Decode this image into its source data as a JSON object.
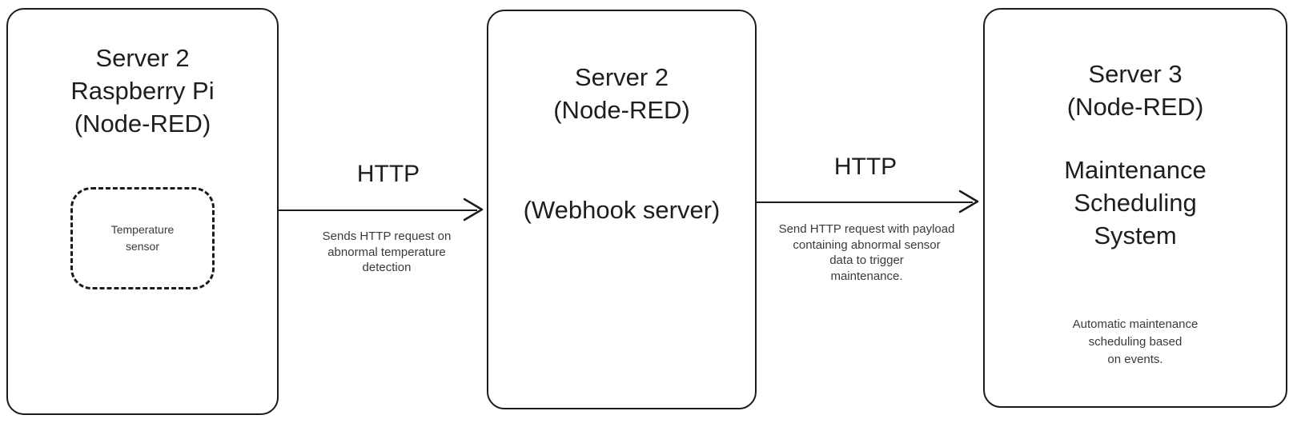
{
  "diagram": {
    "type": "flow-diagram",
    "background_color": "#ffffff",
    "stroke_color": "#1b1b1b",
    "text_color": "#1e1e1e",
    "nodes": [
      {
        "id": "server2-raspberry-pi",
        "title": "Server 2\nRaspberry Pi\n(Node-RED)",
        "inner_box": {
          "label": "Temperature\nsensor",
          "border_style": "dashed"
        }
      },
      {
        "id": "server2-webhook",
        "title": "Server 2\n(Node-RED)",
        "subtitle": "(Webhook server)"
      },
      {
        "id": "server3-maintenance",
        "title": "Server 3\n(Node-RED)",
        "subtitle": "Maintenance\nScheduling\nSystem",
        "note": "Automatic maintenance\nscheduling based\non events."
      }
    ],
    "connectors": [
      {
        "id": "conn-pi-to-webhook",
        "from": "server2-raspberry-pi",
        "to": "server2-webhook",
        "protocol_label": "HTTP",
        "description": "Sends HTTP request on\nabnormal temperature\ndetection"
      },
      {
        "id": "conn-webhook-to-maintenance",
        "from": "server2-webhook",
        "to": "server3-maintenance",
        "protocol_label": "HTTP",
        "description": "Send HTTP request with payload\ncontaining abnormal sensor\ndata to trigger\nmaintenance."
      }
    ]
  }
}
